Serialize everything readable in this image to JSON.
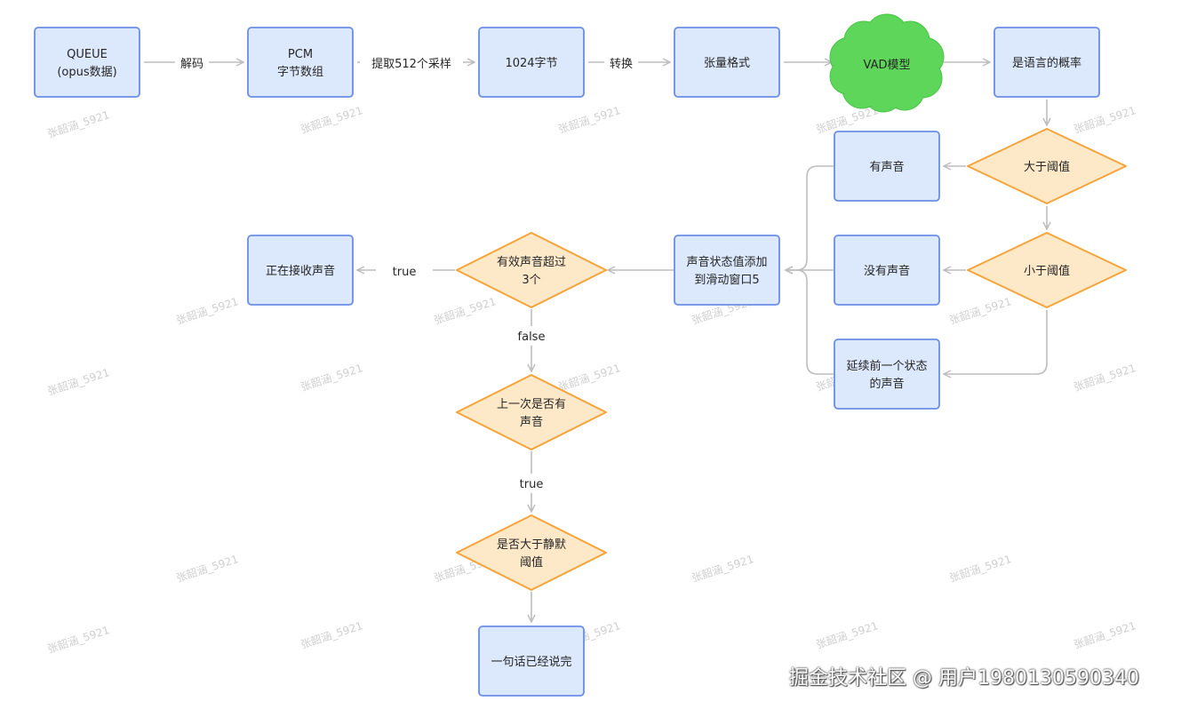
{
  "colors": {
    "box_fill": "#dce8fb",
    "box_stroke": "#6a8ee6",
    "diamond_fill": "#fde8c8",
    "diamond_stroke": "#f5a43a",
    "cloud_fill": "#5dd65a",
    "cloud_stroke": "#4cc448",
    "edge": "#bdbdbd"
  },
  "nodes": {
    "queue": {
      "shape": "box",
      "lines": [
        "QUEUE",
        "(opus数据)"
      ]
    },
    "pcm": {
      "shape": "box",
      "lines": [
        "PCM",
        "字节数组"
      ]
    },
    "bytes1024": {
      "shape": "box",
      "lines": [
        "1024字节"
      ]
    },
    "tensor": {
      "shape": "box",
      "lines": [
        "张量格式"
      ]
    },
    "vad": {
      "shape": "cloud",
      "lines": [
        "VAD模型"
      ]
    },
    "prob": {
      "shape": "box",
      "lines": [
        "是语言的概率"
      ]
    },
    "gt_threshold": {
      "shape": "diamond",
      "lines": [
        "大于阈值"
      ]
    },
    "has_sound": {
      "shape": "box",
      "lines": [
        "有声音"
      ]
    },
    "lt_threshold": {
      "shape": "diamond",
      "lines": [
        "小于阈值"
      ]
    },
    "no_sound": {
      "shape": "box",
      "lines": [
        "没有声音"
      ]
    },
    "continue_prev": {
      "shape": "box",
      "lines": [
        "延续前一个状态",
        "的声音"
      ]
    },
    "window": {
      "shape": "box",
      "lines": [
        "声音状态值添加",
        "到滑动窗口5"
      ]
    },
    "valid_over3": {
      "shape": "diamond",
      "lines": [
        "有效声音超过",
        "3个"
      ]
    },
    "receiving": {
      "shape": "box",
      "lines": [
        "正在接收声音"
      ]
    },
    "last_had": {
      "shape": "diamond",
      "lines": [
        "上一次是否有",
        "声音"
      ]
    },
    "gt_silence": {
      "shape": "diamond",
      "lines": [
        "是否大于静默",
        "阈值"
      ]
    },
    "finished": {
      "shape": "box",
      "lines": [
        "一句话已经说完"
      ]
    }
  },
  "edges": [
    {
      "from": "queue",
      "to": "pcm",
      "label": "解码"
    },
    {
      "from": "pcm",
      "to": "bytes1024",
      "label": "提取512个采样"
    },
    {
      "from": "bytes1024",
      "to": "tensor",
      "label": "转换"
    },
    {
      "from": "tensor",
      "to": "vad",
      "label": ""
    },
    {
      "from": "vad",
      "to": "prob",
      "label": ""
    },
    {
      "from": "prob",
      "to": "gt_threshold",
      "label": ""
    },
    {
      "from": "gt_threshold",
      "to": "has_sound",
      "label": ""
    },
    {
      "from": "gt_threshold",
      "to": "lt_threshold",
      "label": ""
    },
    {
      "from": "lt_threshold",
      "to": "no_sound",
      "label": ""
    },
    {
      "from": "lt_threshold",
      "to": "continue_prev",
      "label": ""
    },
    {
      "from": "has_sound",
      "to": "window",
      "label": ""
    },
    {
      "from": "no_sound",
      "to": "window",
      "label": ""
    },
    {
      "from": "continue_prev",
      "to": "window",
      "label": ""
    },
    {
      "from": "window",
      "to": "valid_over3",
      "label": ""
    },
    {
      "from": "valid_over3",
      "to": "receiving",
      "label": "true"
    },
    {
      "from": "valid_over3",
      "to": "last_had",
      "label": "false"
    },
    {
      "from": "last_had",
      "to": "gt_silence",
      "label": "true"
    },
    {
      "from": "gt_silence",
      "to": "finished",
      "label": ""
    }
  ],
  "watermark": "张韶涵_5921",
  "footer": "掘金技术社区 @ 用户1980130590340"
}
